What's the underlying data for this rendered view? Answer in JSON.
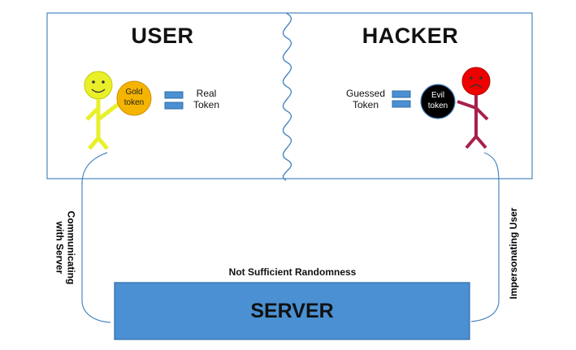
{
  "user_panel": {
    "title": "USER",
    "token_line1": "Gold",
    "token_line2": "token",
    "token_color": "#f5b400",
    "figure_color": "#e9f02a",
    "equals_label_line1": "Real",
    "equals_label_line2": "Token"
  },
  "hacker_panel": {
    "title": "HACKER",
    "token_line1": "Evil",
    "token_line2": "token",
    "token_color": "#000000",
    "figure_color": "#ee0000",
    "equals_label_line1": "Guessed",
    "equals_label_line2": "Token"
  },
  "left_connector": {
    "label_line1": "Communicating",
    "label_line2": "with Server"
  },
  "right_connector": {
    "label": "Impersonating User"
  },
  "server": {
    "caption": "Not Sufficient Randomness",
    "label": "SERVER",
    "color": "#4a90d2"
  },
  "colors": {
    "panel_border": "#4a86c0",
    "equals_sign": "#4a90d2"
  }
}
